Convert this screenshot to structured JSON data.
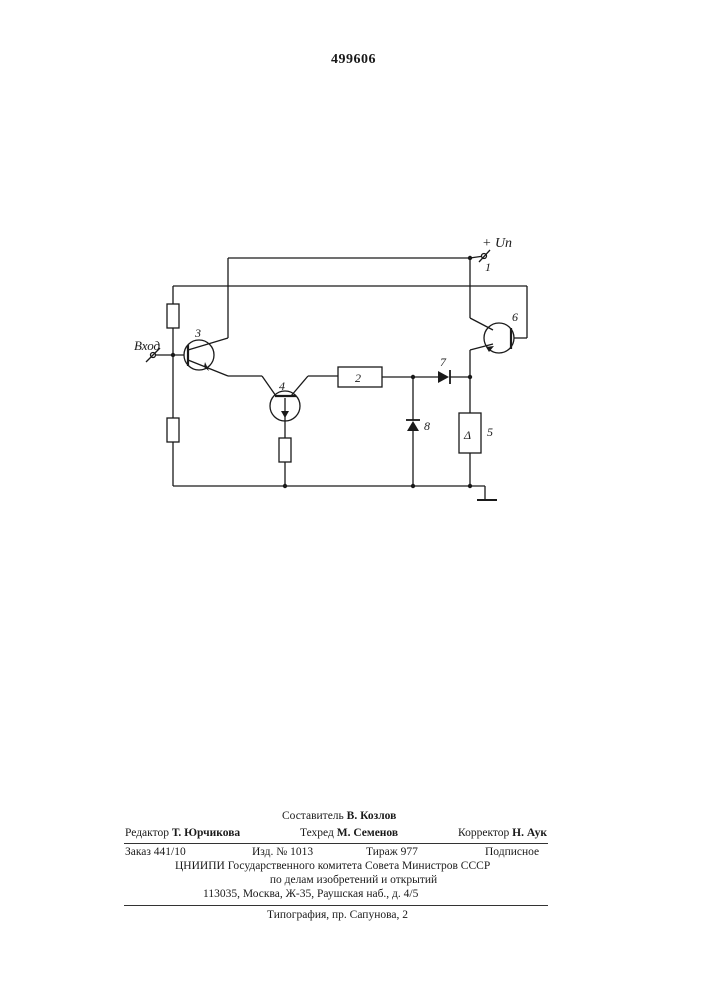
{
  "patent_number": "499606",
  "schematic": {
    "supply_label": "+ Uп",
    "input_label": "Вход",
    "component_numbers": [
      "1",
      "2",
      "3",
      "4",
      "5",
      "6",
      "7",
      "8"
    ],
    "meter_symbol": "Δ"
  },
  "footer": {
    "compiler_label": "Составитель",
    "compiler_name": "В. Козлов",
    "editor_label": "Редактор",
    "editor_name": "Т. Юрчикова",
    "techred_label": "Техред",
    "techred_name": "М. Семенов",
    "corrector_label": "Корректор",
    "corrector_name": "Н. Аук",
    "order": "Заказ 441/10",
    "edition": "Изд. № 1013",
    "print_run": "Тираж 977",
    "subscription": "Подписное",
    "org_line1": "ЦНИИПИ Государственного комитета Совета Министров СССР",
    "org_line2": "по делам изобретений и открытий",
    "org_line3": "113035, Москва, Ж-35, Раушская наб., д. 4/5",
    "printer": "Типография, пр. Сапунова, 2"
  }
}
